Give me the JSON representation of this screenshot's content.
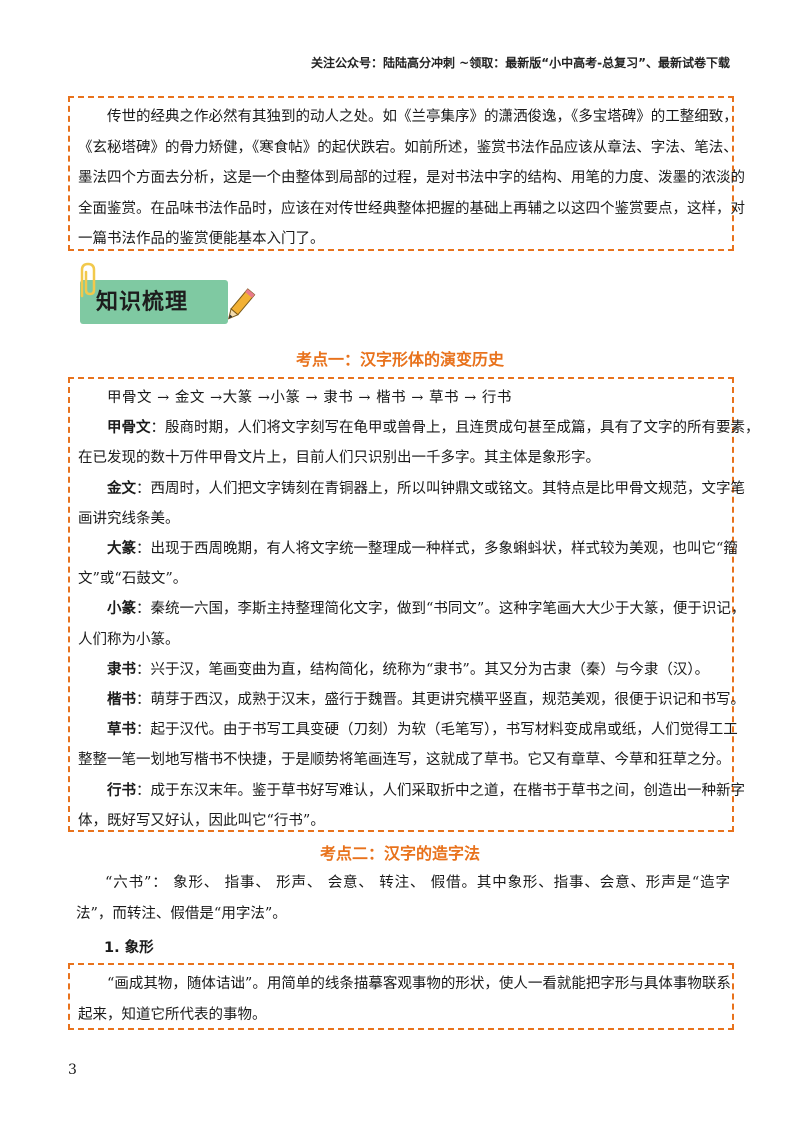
{
  "header": {
    "text": "关注公众号：陆陆高分冲刺  ~领取：最新版“小中高考-总复习”、最新试卷下载"
  },
  "intro": {
    "lines": [
      "传世的经典之作必然有其独到的动人之处。如《兰亭集序》的潇洒俊逸，《多宝塔碑》的工整细致，",
      "《玄秘塔碑》的骨力矫健，《寒食帖》的起伏跌宕。如前所述，鉴赏书法作品应该从章法、字法、笔法、",
      "墨法四个方面去分析，这是一个由整体到局部的过程，是对书法中字的结构、用笔的力度、泼墨的浓淡的",
      "全面鉴赏。在品味书法作品时，应该在对传世经典整体把握的基础上再辅之以这四个鉴赏要点，这样，对",
      "一篇书法作品的鉴赏便能基本入门了。"
    ]
  },
  "banner": {
    "label": "知识梳理"
  },
  "section1": {
    "title": "考点一：汉字形体的演变历史",
    "sequence": "甲骨文 → 金文 →大篆 →小篆 → 隶书 → 楷书 → 草书 → 行书",
    "items": [
      {
        "term": "甲骨文",
        "first": "：殷商时期，人们将文字刻写在龟甲或兽骨上，且连贯成句甚至成篇，具有了文字的所有要素，",
        "rest": [
          "在已发现的数十万件甲骨文片上，目前人们只识别出一千多字。其主体是象形字。"
        ]
      },
      {
        "term": "金文",
        "first": "：西周时，人们把文字铸刻在青铜器上，所以叫钟鼎文或铭文。其特点是比甲骨文规范，文字笔",
        "rest": [
          "画讲究线条美。"
        ]
      },
      {
        "term": "大篆",
        "first": "：出现于西周晚期，有人将文字统一整理成一种样式，多象蝌蚪状，样式较为美观，也叫它“籀",
        "rest": [
          "文”或“石鼓文”。"
        ]
      },
      {
        "term": "小篆",
        "first": "：秦统一六国，李斯主持整理简化文字，做到“书同文”。这种字笔画大大少于大篆，便于识记，",
        "rest": [
          "人们称为小篆。"
        ]
      },
      {
        "term": "隶书",
        "first": "：兴于汉，笔画变曲为直，结构简化，统称为“隶书”。其又分为古隶（秦）与今隶（汉）。",
        "rest": []
      },
      {
        "term": "楷书",
        "first": "：萌芽于西汉，成熟于汉末，盛行于魏晋。其更讲究横平竖直，规范美观，很便于识记和书写。",
        "rest": []
      },
      {
        "term": "草书",
        "first": "：起于汉代。由于书写工具变硬（刀刻）为软（毛笔写），书写材料变成帛或纸，人们觉得工工",
        "rest": [
          "整整一笔一划地写楷书不快捷，于是顺势将笔画连写，这就成了草书。它又有章草、今草和狂草之分。"
        ]
      },
      {
        "term": "行书",
        "first": "：成于东汉末年。鉴于草书好写难认，人们采取折中之道，在楷书于草书之间，创造出一种新字",
        "rest": [
          "体，既好写又好认，因此叫它“行书”。"
        ]
      }
    ]
  },
  "section2": {
    "title": "考点二：汉字的造字法",
    "six_lines": [
      "“六书”： 象形、 指事、 形声、 会意、 转注、 假借。其中象形、指事、会意、形声是“造字",
      "法”，而转注、假借是“用字法”。"
    ],
    "sub_heading": "1. 象形",
    "box_lines": [
      "“画成其物，随体诘诎”。用简单的线条描摹客观事物的形状，使人一看就能把字形与具体事物联系",
      "起来，知道它所代表的事物。"
    ]
  },
  "page_number": "3",
  "colors": {
    "accent": "#e8721c",
    "banner_bg": "#7fc9a2"
  },
  "icons": [
    "paperclip-icon",
    "pencil-icon"
  ]
}
